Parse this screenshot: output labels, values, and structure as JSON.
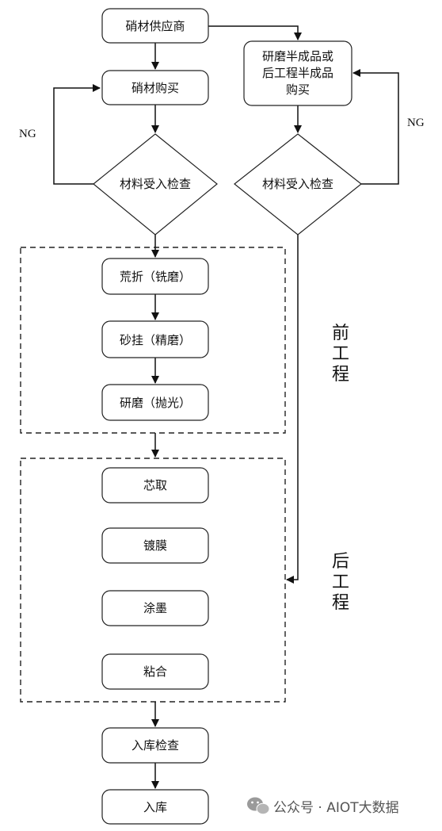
{
  "nodes": {
    "glass_supplier": "硝材供应商",
    "glass_purchase": "硝材购买",
    "inspect_left": "材料受入检查",
    "semi_purchase": [
      "研磨半成品或",
      "后工程半成品",
      "购买"
    ],
    "inspect_right": "材料受入检查",
    "rough": "荒折（铣磨）",
    "sand": "砂挂（精磨）",
    "polish": "研磨（抛光）",
    "centering": "芯取",
    "coating": "镀膜",
    "inking": "涂墨",
    "bonding": "粘合",
    "final_inspection": "入库检查",
    "storage": "入库"
  },
  "edge_labels": {
    "ng_left": "NG",
    "ng_right": "NG"
  },
  "stages": {
    "front": [
      "前",
      "工",
      "程"
    ],
    "back": [
      "后",
      "工",
      "程"
    ]
  },
  "watermark": "公众号 · AIOT大数据"
}
